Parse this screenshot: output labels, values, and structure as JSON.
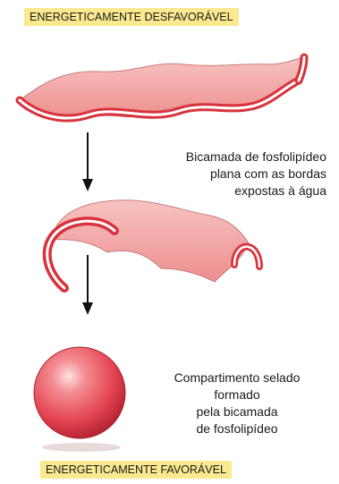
{
  "labels": {
    "top_banner": "ENERGETICAMENTE DESFAVORÁVEL",
    "bottom_banner": "ENERGETICAMENTE FAVORÁVEL"
  },
  "captions": {
    "flat_bilayer": [
      "Bicamada de fosfolipídeo",
      "plana com as bordas",
      "expostas à água"
    ],
    "sealed_compartment": [
      "Compartimento selado",
      "formado",
      "pela bicamada",
      "de fosfolipídeo"
    ]
  },
  "icons": [
    "down-arrow-icon",
    "down-arrow-icon"
  ],
  "colors": {
    "banner": "#fbe98f",
    "membrane_fill": "#f2a6a4",
    "membrane_edge": "#d8333c",
    "sphere": "#e8505a"
  }
}
